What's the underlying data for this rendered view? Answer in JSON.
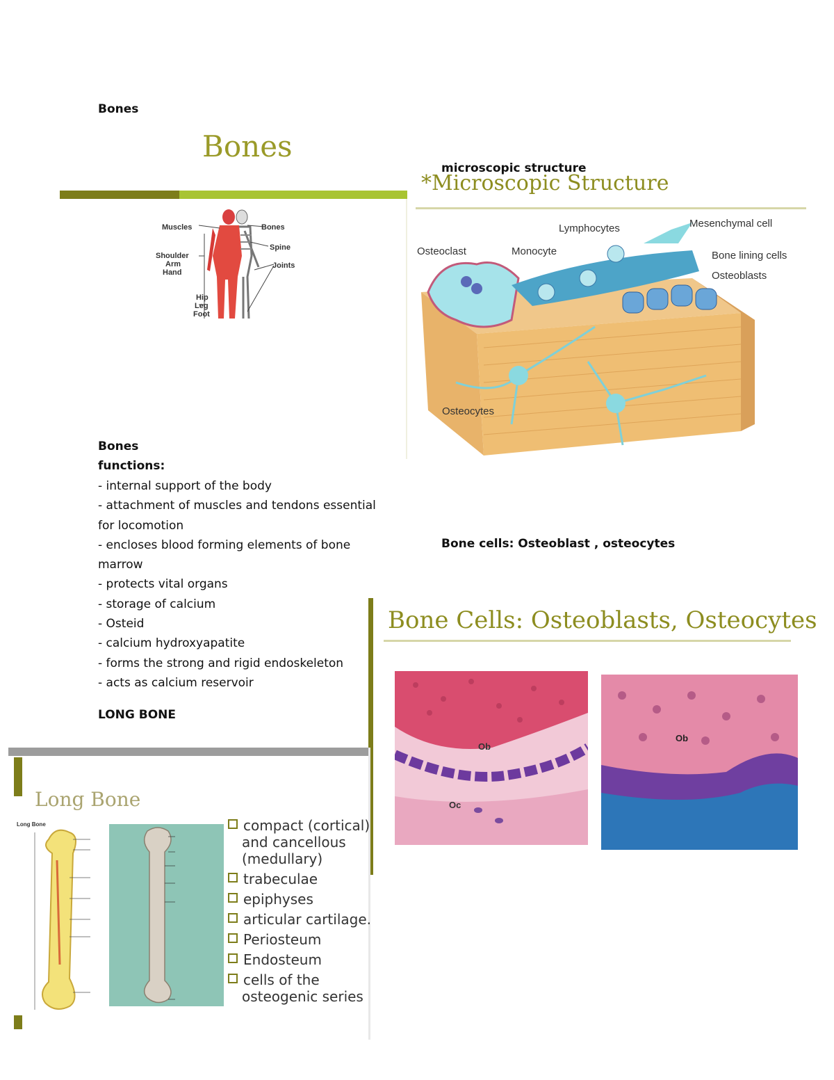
{
  "notes": {
    "top_heading": "Bones",
    "micro_caption": "microscopic structure",
    "functions_heading_1": "Bones",
    "functions_heading_2": "functions:",
    "functions": [
      "- internal support of the body",
      "- attachment of muscles and tendons essential",
      "for locomotion",
      "- encloses blood forming elements of bone",
      "marrow",
      "- protects vital organs",
      "- storage of calcium",
      "- Osteid",
      "- calcium hydroxyapatite",
      "- forms the strong and rigid endoskeleton",
      "- acts as calcium reservoir"
    ],
    "cells_caption": "Bone cells: Osteoblast , osteocytes",
    "long_bone_heading": "LONG BONE"
  },
  "slide_bones": {
    "title": "Bones",
    "labels": {
      "muscles": "Muscles",
      "bones": "Bones",
      "spine": "Spine",
      "shoulder": "Shoulder",
      "arm": "Arm",
      "hand": "Hand",
      "joints": "Joints",
      "hip": "Hip",
      "leg": "Leg",
      "foot": "Foot"
    }
  },
  "slide_micro": {
    "title": "*Microscopic Structure",
    "labels": {
      "lymphocytes": "Lymphocytes",
      "mesenchymal": "Mesenchymal cell",
      "osteoclast": "Osteoclast",
      "monocyte": "Monocyte",
      "lining": "Bone lining cells",
      "osteoblasts": "Osteoblasts",
      "osteocytes": "Osteocytes"
    }
  },
  "slide_cells": {
    "title": "Bone Cells: Osteoblasts, Osteocytes",
    "labels": {
      "ob1": "Ob",
      "oc": "Oc",
      "ob2": "Ob"
    }
  },
  "slide_long": {
    "title": "Long Bone",
    "fig_title": "Long Bone",
    "bullets": [
      [
        "compact (cortical)",
        "and cancellous",
        "(medullary)"
      ],
      [
        "trabeculae"
      ],
      [
        "epiphyses"
      ],
      [
        "articular cartilage."
      ],
      [
        "Periosteum"
      ],
      [
        "Endosteum"
      ],
      [
        "cells of the",
        "osteogenic series"
      ]
    ]
  },
  "colors": {
    "olive": "#7d7d1a",
    "lime": "#a8c432",
    "title": "#9a9a28"
  }
}
